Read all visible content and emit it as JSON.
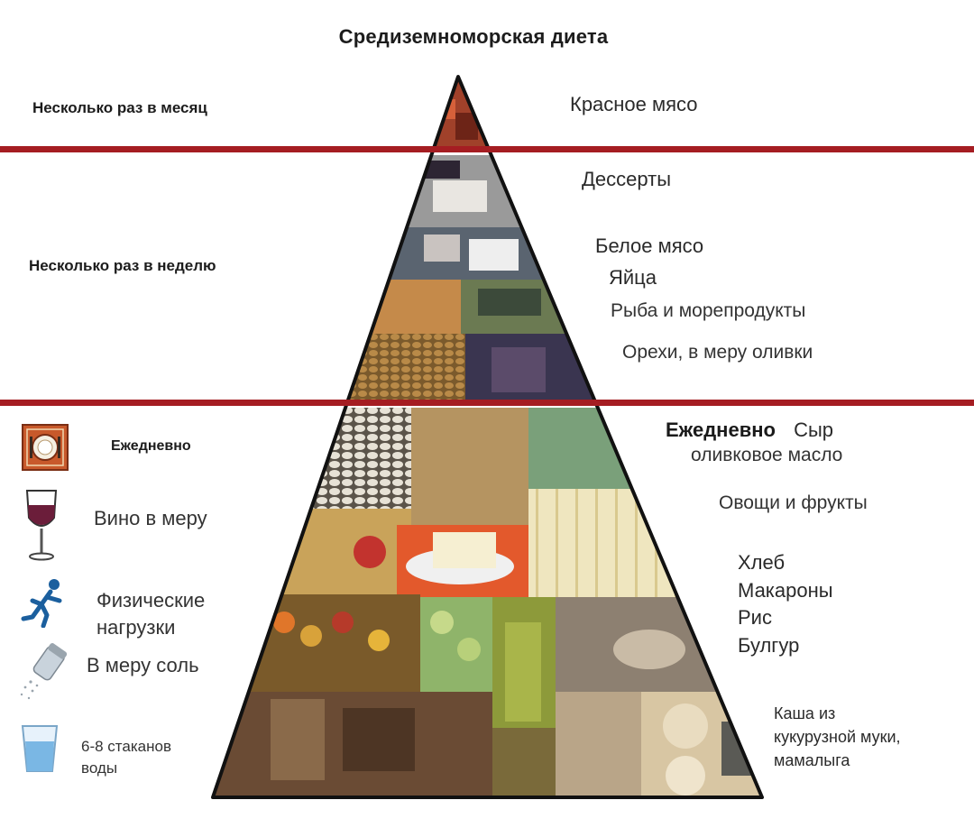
{
  "title": "Средиземноморская диета",
  "tiers": {
    "monthly": {
      "frequency": "Несколько раз в месяц",
      "foods": [
        "Красное мясо"
      ]
    },
    "weekly": {
      "frequency": "Несколько раз в неделю",
      "foods": [
        "Дессерты",
        "Белое мясо",
        "Яйца",
        "Рыба и морепродукты",
        "Орехи, в меру оливки"
      ]
    },
    "daily": {
      "frequency": "Ежедневно",
      "foods_header": "Ежедневно",
      "foods_header_item": "Сыр",
      "foods": [
        "оливковое масло",
        "Овощи и фрукты",
        "Хлеб",
        "Макароны",
        "Рис",
        "Булгур"
      ],
      "base_food": [
        "Каша из",
        "кукурузной муки,",
        "мамалыга"
      ]
    }
  },
  "lifestyle": {
    "daily_icon": "plate-icon",
    "items": [
      {
        "icon": "wine-glass-icon",
        "label": "Вино в меру"
      },
      {
        "icon": "running-person-icon",
        "label_lines": [
          "Физические",
          "нагрузки"
        ]
      },
      {
        "icon": "salt-shaker-icon",
        "label": "В меру соль"
      },
      {
        "icon": "water-glass-icon",
        "label_lines": [
          "6-8 стаканов",
          "воды"
        ]
      }
    ]
  },
  "colors": {
    "separator": "#a51d22",
    "pyramid_outline": "#111111"
  }
}
